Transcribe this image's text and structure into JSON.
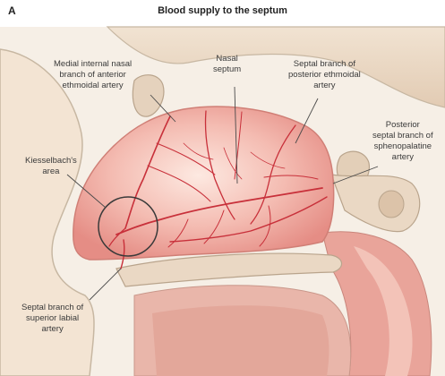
{
  "figure": {
    "panel_letter": "A",
    "title": "Blood supply to the septum"
  },
  "labels": {
    "medial_internal_nasal": [
      "Medial internal nasal",
      "branch of anterior",
      "ethmoidal artery"
    ],
    "nasal_septum": [
      "Nasal",
      "septum"
    ],
    "septal_posterior_ethmoidal": [
      "Septal branch of",
      "posterior ethmoidal",
      "artery"
    ],
    "posterior_septal_sphenopalatine": [
      "Posterior",
      "septal branch of",
      "sphenopalatine",
      "artery"
    ],
    "kiesselbach": [
      "Kiesselbach's",
      "area"
    ],
    "septal_superior_labial": [
      "Septal branch of",
      "superior labial",
      "artery"
    ]
  },
  "colors": {
    "septum_fill": "#f0a8a0",
    "septum_highlight": "#fbe0d8",
    "vessel": "#c8303a",
    "bone": "#ead8c4",
    "skin_outline": "#c7b7a2"
  }
}
